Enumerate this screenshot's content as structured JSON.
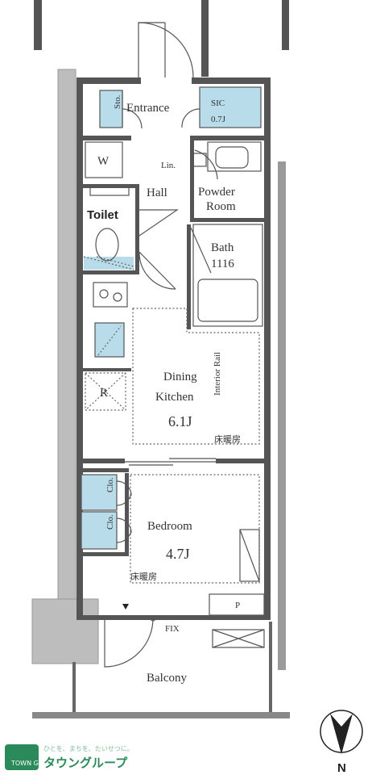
{
  "rooms": {
    "entrance": "Entrance",
    "sto": "Sto.",
    "sic": "SIC",
    "sic_size": "0.7J",
    "w": "W",
    "lin": "Lin.",
    "powder_room": "Powder",
    "powder_room_2": "Room",
    "hall": "Hall",
    "toilet": "Toilet",
    "bath": "Bath",
    "bath_size": "1116",
    "dining": "Dining",
    "kitchen": "Kitchen",
    "dining_size": "6.1J",
    "floor_heating_dk": "床暖房",
    "interior_rail": "Interior Rail",
    "refrigerator": "R",
    "clo_1": "Clo.",
    "clo_2": "Clo.",
    "bedroom": "Bedroom",
    "bedroom_size": "4.7J",
    "floor_heating_br": "床暖房",
    "fix": "FIX",
    "pipe": "P",
    "balcony": "Balcony"
  },
  "compass": {
    "north": "N"
  },
  "logo": {
    "name": "タウングループ",
    "tagline": "ひとを、まちを、たいせつに。",
    "mark": "TOWN GROUP",
    "color": "#2a8a5a"
  },
  "colors": {
    "wall": "#555555",
    "storage_fill": "#b9dcea"
  }
}
